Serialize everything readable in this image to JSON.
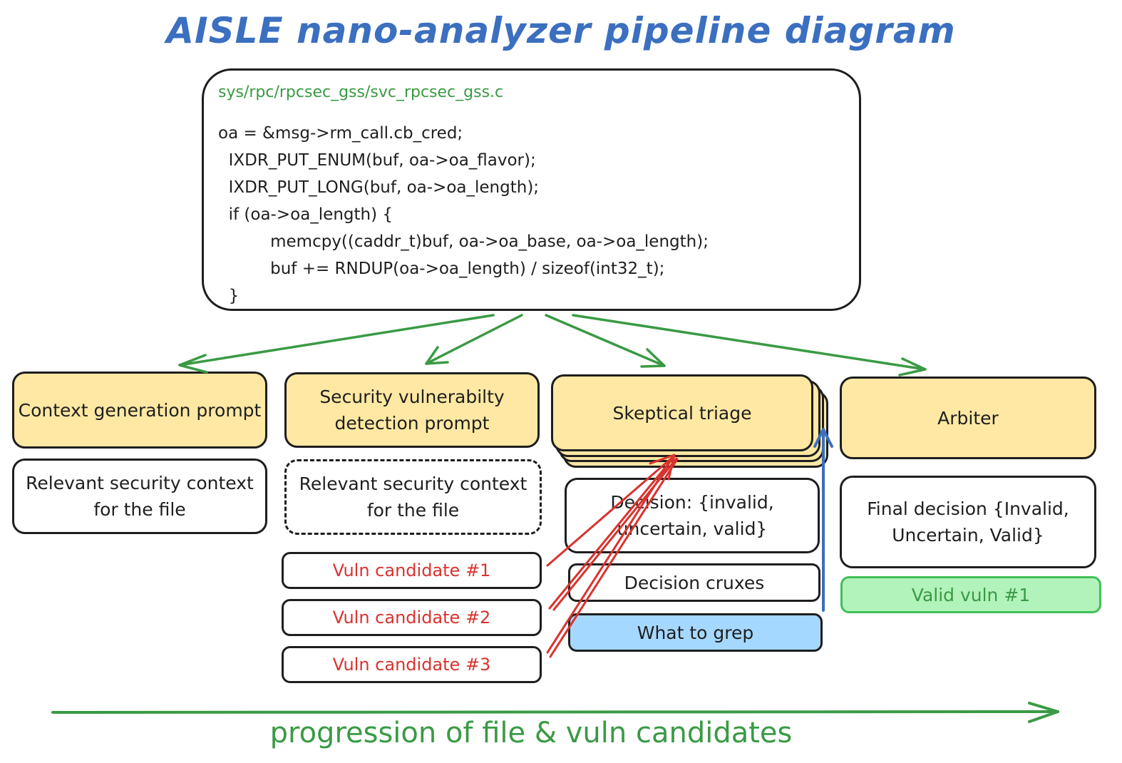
{
  "title": "AISLE nano-analyzer pipeline diagram",
  "code": {
    "file": "sys/rpc/rpcsec_gss/svc_rpcsec_gss.c",
    "lines": "oa = &msg->rm_call.cb_cred;\n  IXDR_PUT_ENUM(buf, oa->oa_flavor);\n  IXDR_PUT_LONG(buf, oa->oa_length);\n  if (oa->oa_length) {\n          memcpy((caddr_t)buf, oa->oa_base, oa->oa_length);\n          buf += RNDUP(oa->oa_length) / sizeof(int32_t);\n  }"
  },
  "stages": {
    "context": {
      "label": "Context generation prompt",
      "output": "Relevant security context for the file"
    },
    "detection": {
      "label": "Security vulnerabilty detection prompt",
      "input": "Relevant security context for the file",
      "candidates": [
        "Vuln candidate #1",
        "Vuln candidate #2",
        "Vuln candidate #3"
      ]
    },
    "triage": {
      "label": "Skeptical triage",
      "decision": "Decision: {invalid, uncertain, valid}",
      "cruxes": "Decision cruxes",
      "grep": "What to grep"
    },
    "arbiter": {
      "label": "Arbiter",
      "decision": "Final decision {Invalid, Uncertain, Valid}",
      "valid": "Valid vuln #1"
    }
  },
  "footer": "progression of file & vuln candidates",
  "colors": {
    "title": "#3b6fc0",
    "green": "#3a9a44",
    "red": "#d9332e",
    "yellow": "#ffe8a3",
    "blue": "#a5d8ff",
    "arrow_blue": "#3b6fc0"
  }
}
